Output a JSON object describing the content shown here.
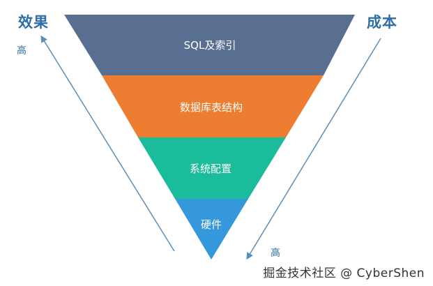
{
  "labels": {
    "left_title": "效果",
    "right_title": "成本",
    "left_high": "高",
    "right_high": "高"
  },
  "funnel": [
    {
      "label": "SQL及索引",
      "color": "#586f92"
    },
    {
      "label": "数据库表结构",
      "color": "#ed7d31"
    },
    {
      "label": "系统配置",
      "color": "#1abc9c"
    },
    {
      "label": "硬件",
      "color": "#3498db"
    }
  ],
  "watermark": "掘金技术社区 @ CyberShen",
  "colors": {
    "arrow": "#5b8db8",
    "title": "#2e6fa6"
  }
}
